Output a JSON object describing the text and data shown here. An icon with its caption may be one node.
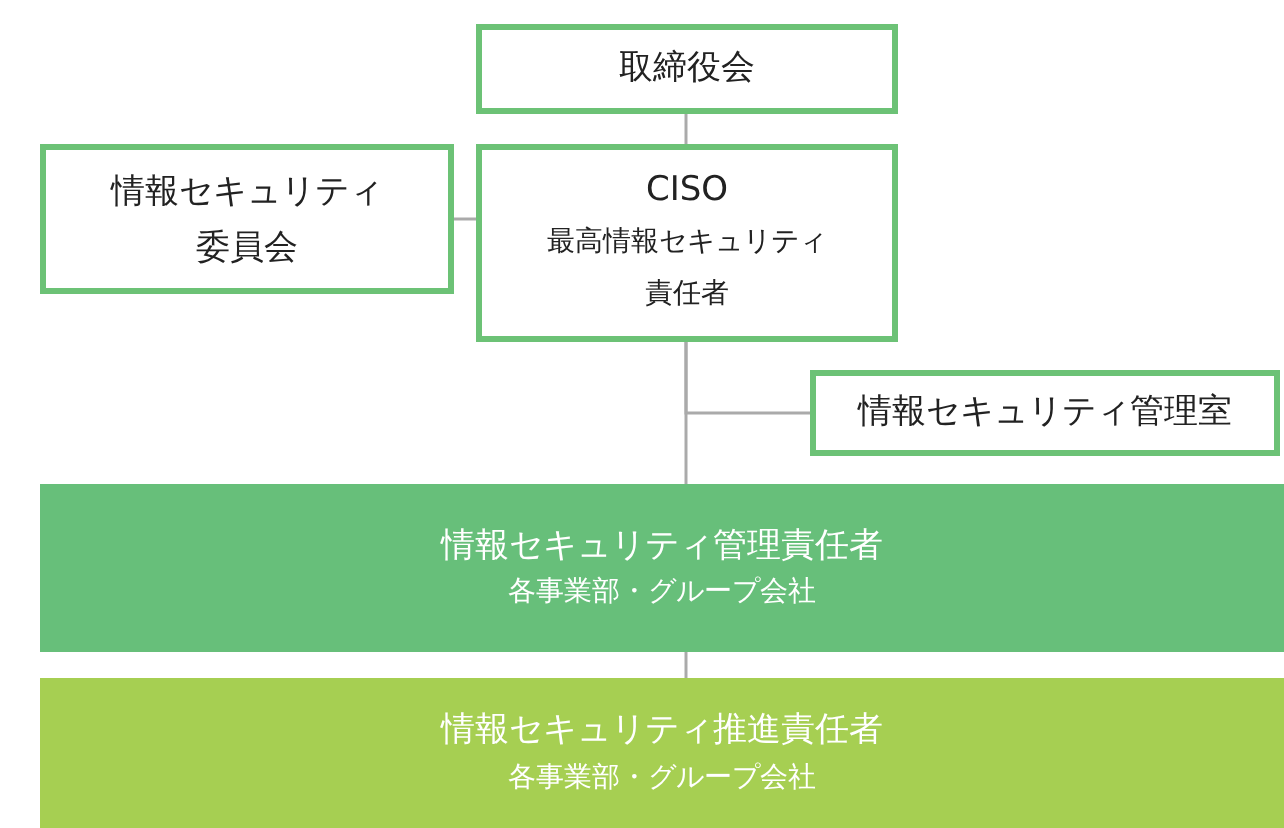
{
  "diagram": {
    "nodes": [
      {
        "text": [
          "取締役会"
        ]
      },
      {
        "text": [
          "CISO",
          "最高情報セキュリティ責任者"
        ]
      },
      {
        "text": [
          "情報セキュリティ委員会"
        ]
      },
      {
        "text": [
          "情報セキュリティ管理室"
        ]
      },
      {
        "text": [
          "情報セキュリティ管理責任者",
          "各事業部・グループ会社"
        ]
      },
      {
        "text": [
          "情報セキュリティ推進責任者",
          "各事業部・グループ会社"
        ]
      }
    ],
    "edges": [
      {
        "from": 0,
        "to": 1,
        "arrow": "none"
      },
      {
        "from": 2,
        "to": 1,
        "arrow": "none"
      },
      {
        "from": 1,
        "to": 3,
        "arrow": "none"
      },
      {
        "from": 1,
        "to": 4,
        "arrow": "none"
      },
      {
        "from": 4,
        "to": 5,
        "arrow": "none"
      }
    ]
  }
}
